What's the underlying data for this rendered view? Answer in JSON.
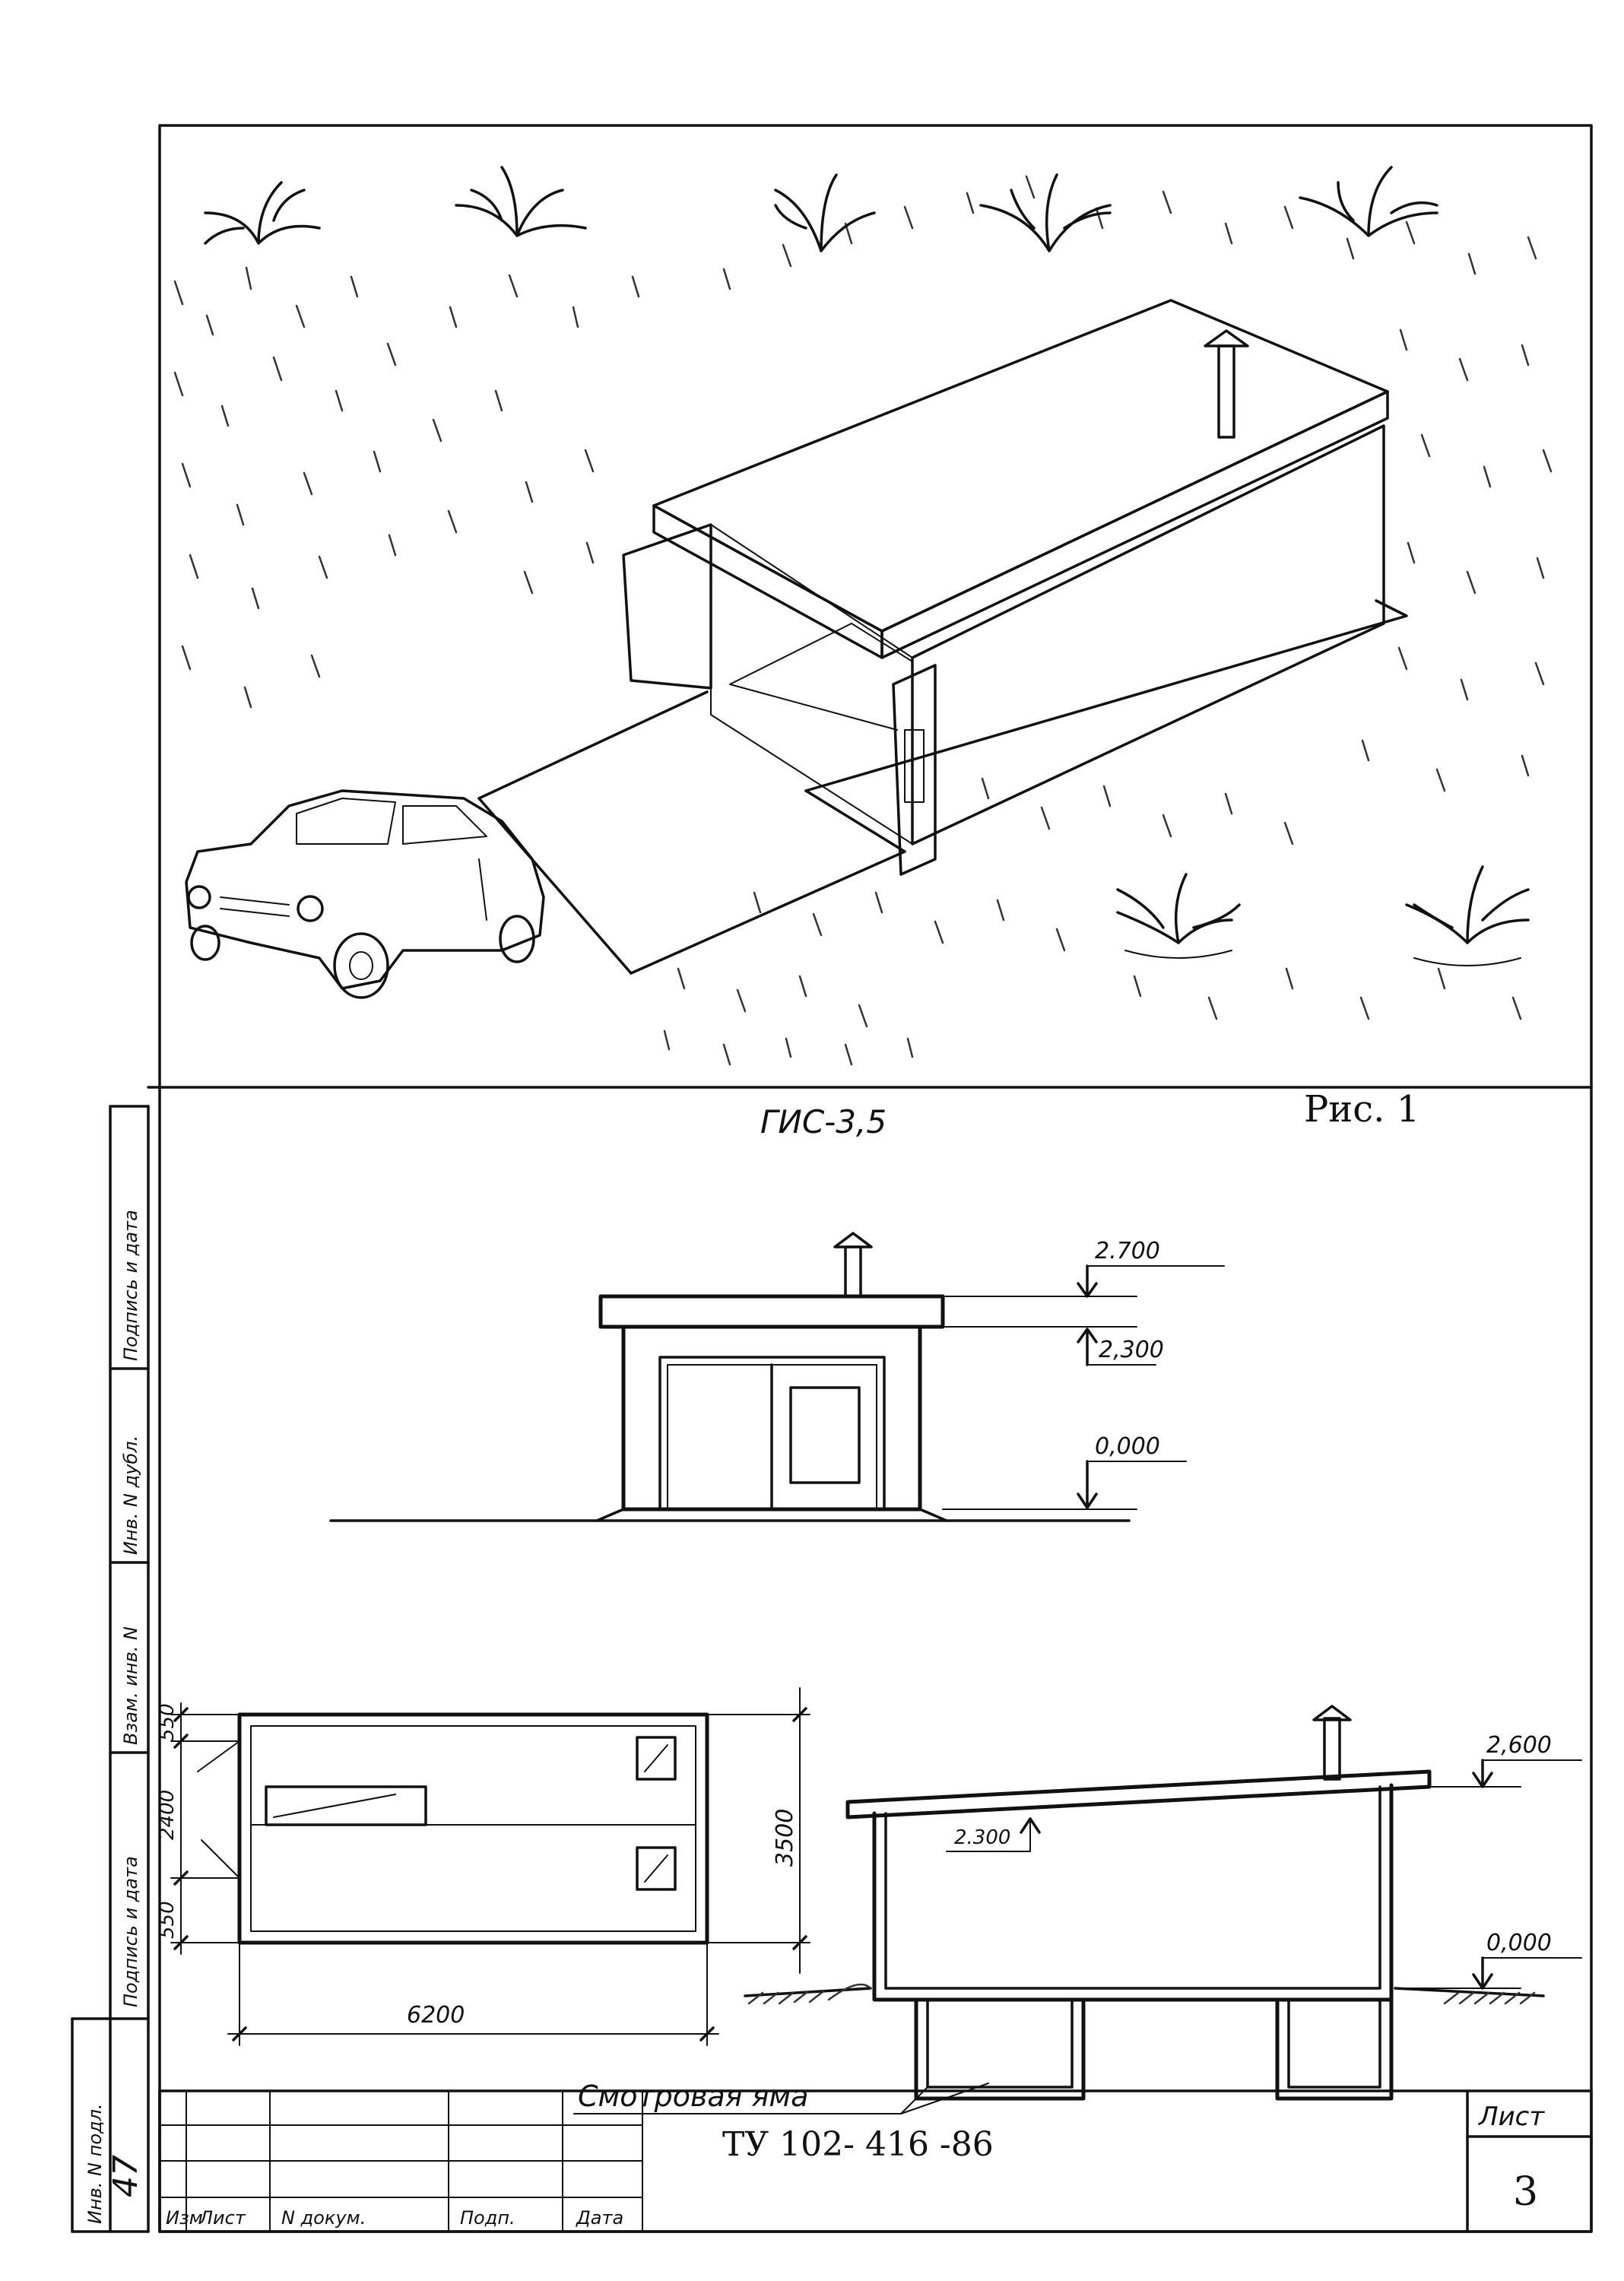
{
  "figure_label": "Рис. 1",
  "model_label": "ГИС-3,5",
  "front_view": {
    "levels": [
      "2.700",
      "2,300",
      "0,000"
    ]
  },
  "plan_view": {
    "dims_left": [
      "550",
      "2400",
      "550"
    ],
    "dim_right": "3500",
    "dim_bottom": "6200"
  },
  "side_view": {
    "levels": [
      "2,600",
      "2.300",
      "0,000"
    ],
    "pit_label": "Смотровая яма"
  },
  "side_margin": {
    "labels": [
      "Инв. N подл.",
      "Подпись и дата",
      "Взам. инв. N",
      "Инв. N дубл.",
      "Подпись и дата"
    ],
    "handwritten_number": "47"
  },
  "title_block": {
    "document_code": "ТУ 102-  416  -86",
    "headers": [
      "Изм",
      "Лист",
      "N докум.",
      "Подп.",
      "Дата"
    ],
    "sheet_label": "Лист",
    "sheet_number": "3"
  }
}
